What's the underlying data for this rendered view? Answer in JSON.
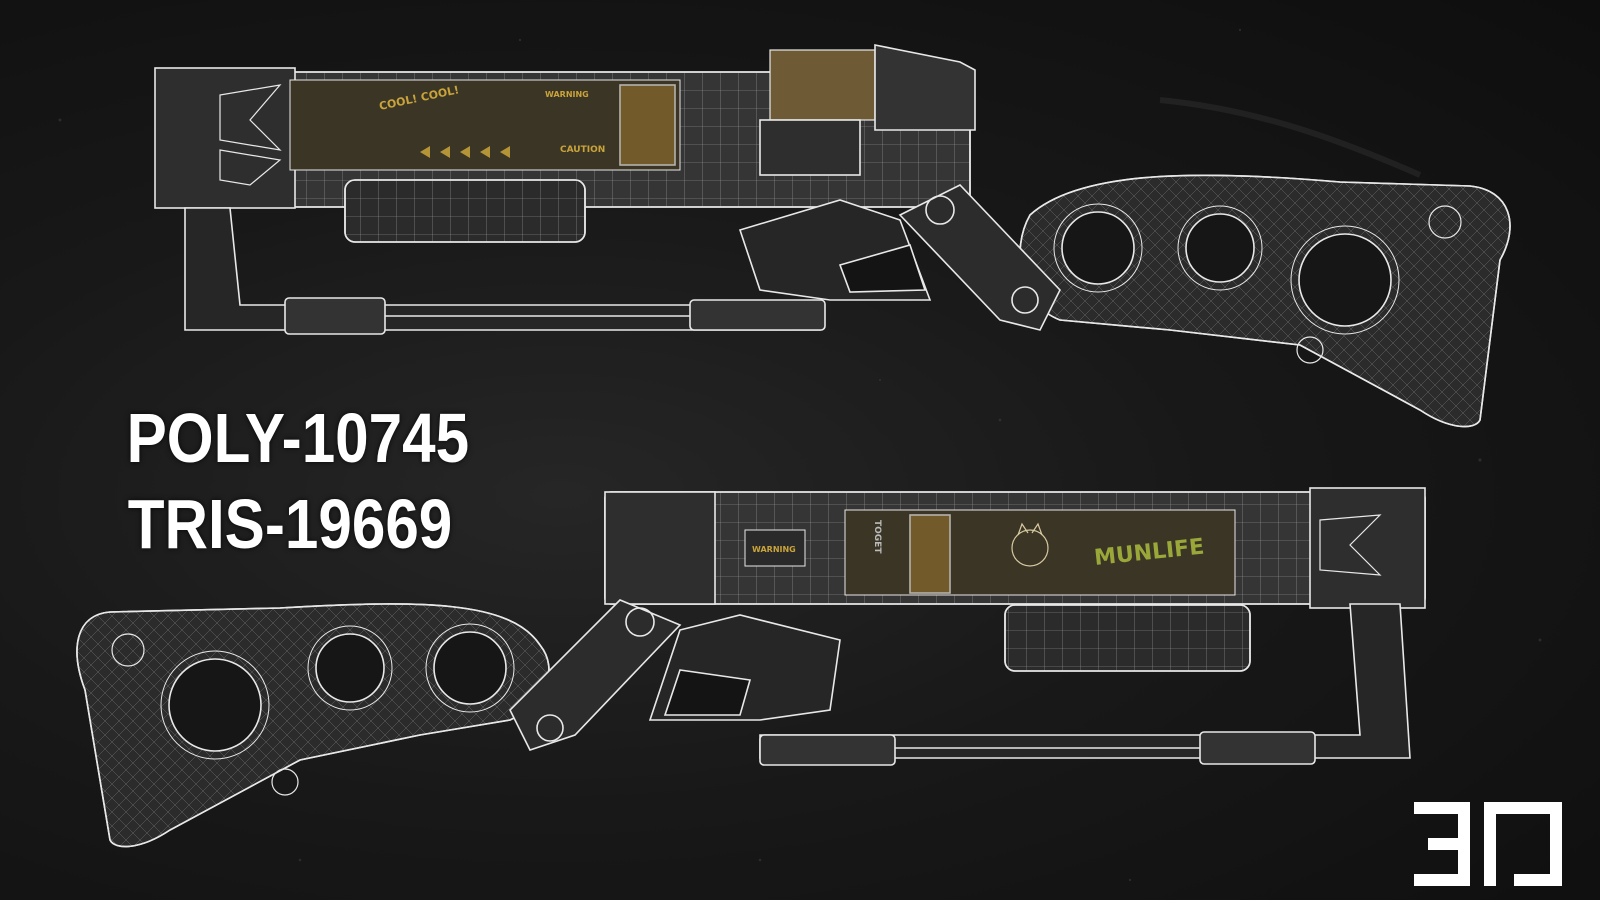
{
  "stats": {
    "poly_count": "POLY-10745",
    "tris_count": "TRIS-19669"
  },
  "rifle_top_decals": {
    "decal_cool": "COOL!\nCOOL!",
    "decal_warning": "WARNING",
    "decal_caution": "CAUTION"
  },
  "rifle_bottom_decals": {
    "decal_warning": "WARNING",
    "decal_serial": "TOGET",
    "decal_graffiti": "MUNLIFE"
  },
  "colors": {
    "background": "#121212",
    "wire": "#e8e8e8",
    "metal": "#3a3a3a",
    "panel": "#3b3526",
    "stripe": "#8a6a2e",
    "text": "#ffffff"
  },
  "logo": {
    "icon": "3d-logo-icon"
  }
}
